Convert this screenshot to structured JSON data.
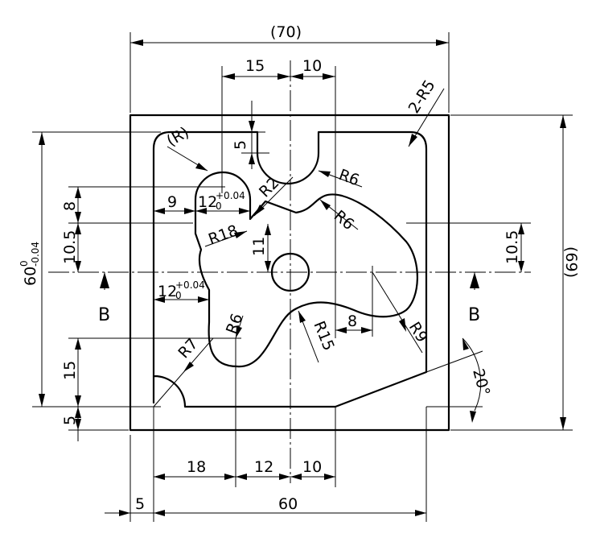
{
  "dimensions": {
    "top_overall": "(70)",
    "top_left": "15",
    "top_right": "10",
    "radius_count": "2-R5",
    "slot_depth": "5",
    "radius_upper_right": "R6",
    "radius_corner": "R2",
    "radius_small_right": "R6",
    "radius_generic": "(R)",
    "left_height": "60",
    "left_height_tol_upper": "0",
    "left_height_tol_lower": "-0.04",
    "left_8": "8",
    "left_10_5": "10.5",
    "dim_9": "9",
    "dim_12": "12",
    "tol_upper": "+0.04",
    "tol_lower": "0",
    "radius_18": "R18",
    "dim_11": "11",
    "right_10_5": "10.5",
    "right_overall": "(69)",
    "mid_12": "12",
    "radius_6_lower": "R6",
    "radius_7": "R7",
    "radius_15": "R15",
    "dim_8": "8",
    "radius_9": "R9",
    "left_15": "15",
    "left_5": "5",
    "angle_20": "20°",
    "bottom_18": "18",
    "bottom_12": "12",
    "bottom_10": "10",
    "bottom_5": "5",
    "bottom_60": "60"
  },
  "section": {
    "label_left": "B",
    "label_right": "B"
  }
}
